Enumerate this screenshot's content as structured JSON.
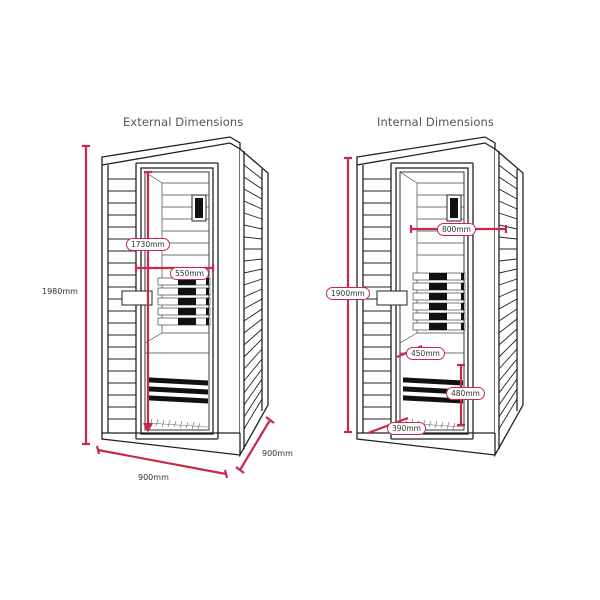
{
  "diagrams": [
    {
      "title": "External Dimensions",
      "dimensions": {
        "height": "1980mm",
        "inner_height": "1730mm",
        "heater_width": "550mm",
        "front_width": "900mm",
        "depth": "900mm"
      }
    },
    {
      "title": "Internal Dimensions",
      "dimensions": {
        "height": "1900mm",
        "interior_width": "800mm",
        "bench_depth": "450mm",
        "bench_height": "480mm",
        "floor_depth": "390mm"
      }
    }
  ],
  "colors": {
    "dimension_line": "#c8284a",
    "outline": "#222222",
    "panel": "#111111"
  }
}
